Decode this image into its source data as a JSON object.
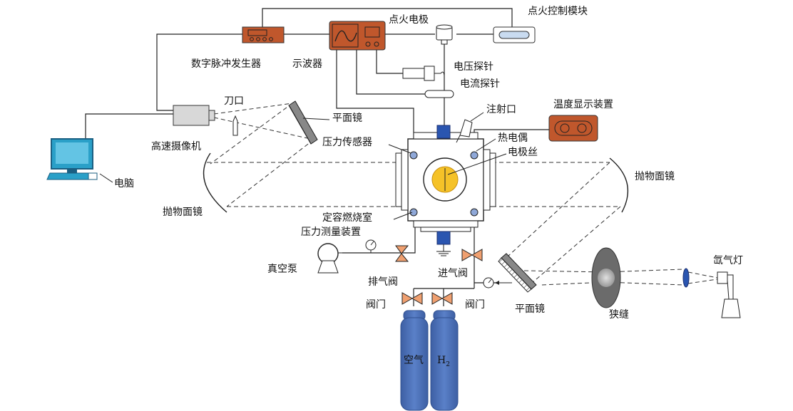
{
  "labels": {
    "pulse_generator": "数字脉冲发生器",
    "oscilloscope": "示波器",
    "ignition_electrode": "点火电极",
    "ignition_control": "点火控制模块",
    "voltage_probe": "电压探针",
    "current_probe": "电流探针",
    "knife_edge": "刀口",
    "plane_mirror_top": "平面镜",
    "high_speed_camera": "高速摄像机",
    "computer": "电脑",
    "pressure_sensor": "压力传感器",
    "injection_port": "注射口",
    "thermocouple": "热电偶",
    "electrode_wire": "电极丝",
    "temperature_display": "温度显示装置",
    "parabolic_mirror_left": "抛物面镜",
    "parabolic_mirror_right": "抛物面镜",
    "combustion_chamber": "定容燃烧室",
    "pressure_gauge": "压力测量装置",
    "vacuum_pump": "真空泵",
    "exhaust_valve": "排气阀",
    "inlet_valve": "进气阀",
    "valve_left": "阀门",
    "valve_right": "阀门",
    "plane_mirror_bottom": "平面镜",
    "slit": "狭缝",
    "xenon_lamp": "氙气灯",
    "air_cylinder": "空气",
    "h2_cylinder_main": "H",
    "h2_cylinder_sub": "2"
  },
  "colors": {
    "device_orange": "#c0572c",
    "cylinder_blue": "#4a6fb5",
    "valve_orange": "#f0a070",
    "sensor_blue": "#8fa8d8",
    "flame_yellow": "#f5c228",
    "computer_cyan": "#2aa0c8",
    "window_blue": "#2a55b0",
    "slit_gray": "#777777"
  }
}
